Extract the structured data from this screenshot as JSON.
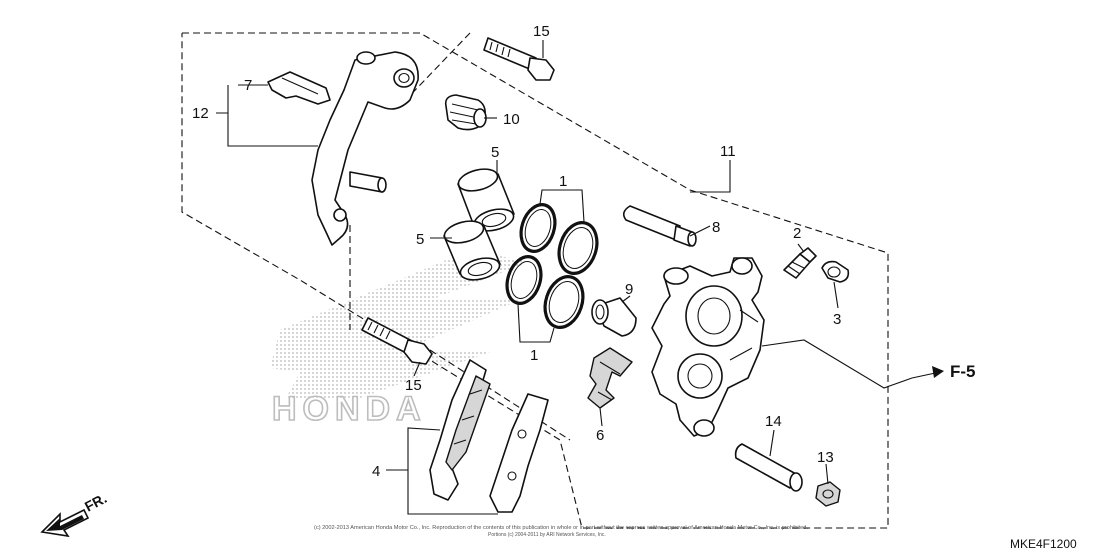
{
  "callouts": {
    "c1a": "1",
    "c1b": "1",
    "c2": "2",
    "c3": "3",
    "c4": "4",
    "c5a": "5",
    "c5b": "5",
    "c6": "6",
    "c7": "7",
    "c8": "8",
    "c9": "9",
    "c10": "10",
    "c11": "11",
    "c12": "12",
    "c13": "13",
    "c14": "14",
    "c15a": "15",
    "c15b": "15"
  },
  "reference_label": "F-5",
  "direction_label": "FR.",
  "diagram_code": "MKE4F1200",
  "copyright_line1": "(c) 2002-2013 American Honda Motor Co., Inc. Reproduction of the contents of this publication in whole or in part without the express written approval of American Honda Motor Co., Inc. is prohibited.",
  "copyright_line2": "Portions (c) 2004-2011 by ARI Network Services, Inc.",
  "watermark": "HONDA",
  "colors": {
    "ink": "#111111",
    "watermark": "#bdbdbd",
    "background": "#ffffff"
  }
}
